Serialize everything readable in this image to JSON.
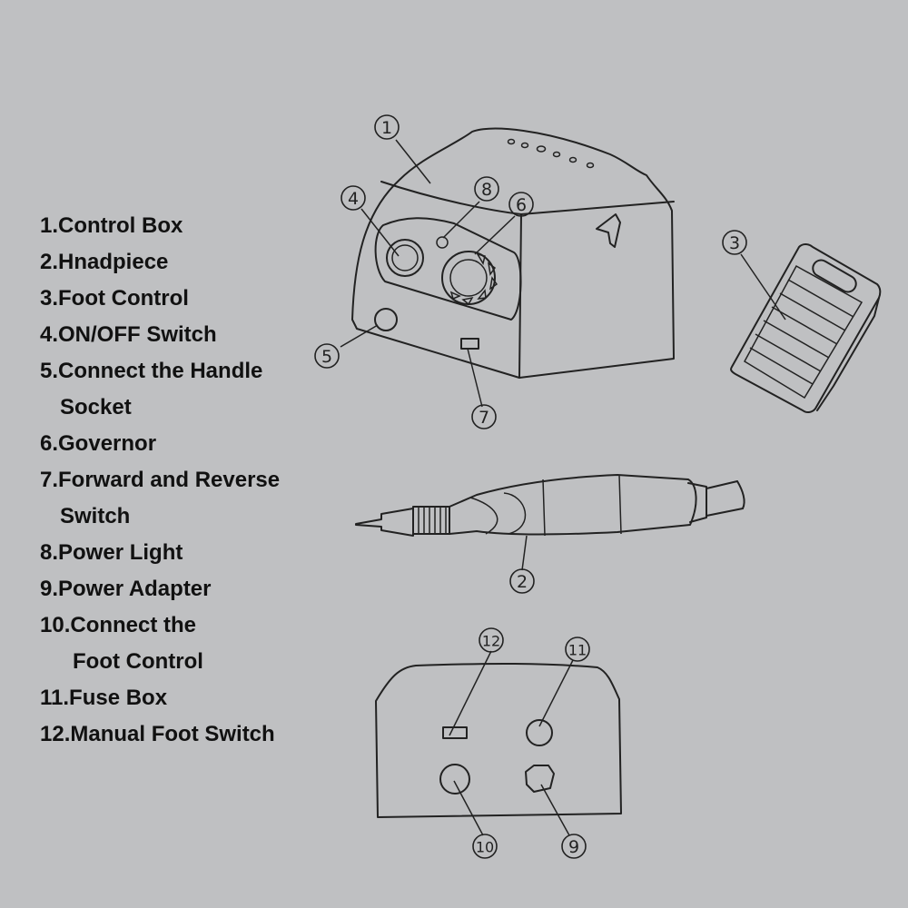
{
  "legend": [
    {
      "line1": "1.Control Box",
      "line2": ""
    },
    {
      "line1": "2.Hnadpiece",
      "line2": ""
    },
    {
      "line1": "3.Foot Control",
      "line2": ""
    },
    {
      "line1": "4.ON/OFF Switch",
      "line2": ""
    },
    {
      "line1": "5.Connect the Handle",
      "line2": "Socket"
    },
    {
      "line1": "6.Governor",
      "line2": ""
    },
    {
      "line1": "7.Forward and Reverse",
      "line2": "Switch"
    },
    {
      "line1": "8.Power Light",
      "line2": ""
    },
    {
      "line1": "9.Power Adapter",
      "line2": ""
    },
    {
      "line1": "10.Connect the",
      "line2": "Foot Control"
    },
    {
      "line1": "11.Fuse Box",
      "line2": ""
    },
    {
      "line1": "12.Manual Foot Switch",
      "line2": ""
    }
  ],
  "callouts": {
    "n1": "1",
    "n2": "2",
    "n3": "3",
    "n4": "4",
    "n5": "5",
    "n6": "6",
    "n7": "7",
    "n8": "8",
    "n9": "9",
    "n10": "10",
    "n11": "11",
    "n12": "12"
  },
  "colors": {
    "background": "#bfc0c2",
    "text": "#111111",
    "line": "#222222"
  }
}
